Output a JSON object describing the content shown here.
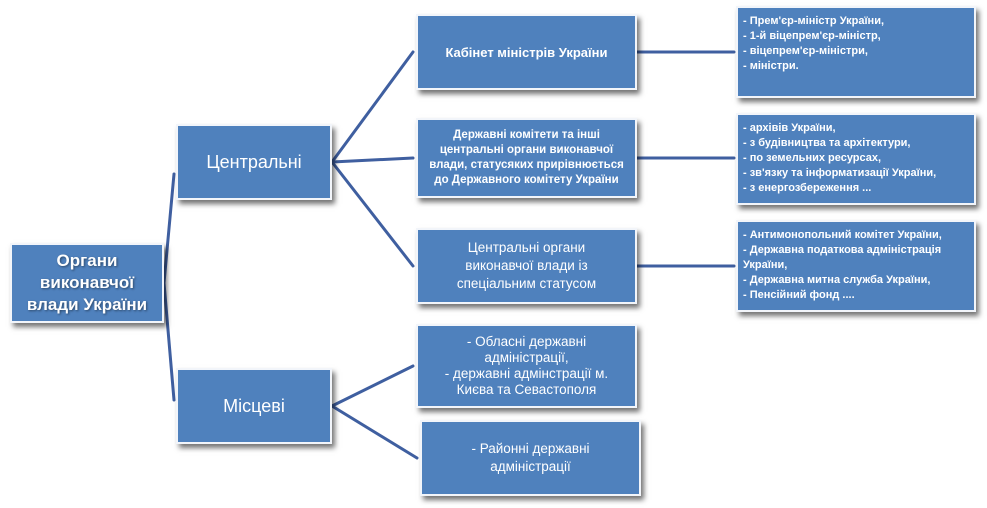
{
  "nodes": {
    "root": "Органи\nвиконавчої\nвлади України",
    "central": "Центральні",
    "local": "Місцеві",
    "cabinet": "Кабінет міністрів України",
    "committees": "Державні комітети та інші\nцентральні органи виконавчої\nвлади, статусяких прирівнюється\nдо Державного комітету України",
    "special": "Центральні  органи\nвиконавчої  влади   із\nспеціальним статусом",
    "regional": "- Обласні державні\nадміністрації,\n- державні адмінстрації м.\nКиєва та Севастополя",
    "district": "- Районні державні\nадміністрації",
    "cabinet_members": "- Прем'єр-міністр України,\n- 1-й віцепрем'єр-міністр,\n- віцепрем'єр-міністри,\n- міністри.",
    "committee_list": "- архівів України,\n- з будівництва та архітектури,\n- по земельних ресурсах,\n- зв'язку та інформатизації України,\n- з енергозбереження ...",
    "special_list": "- Антимонопольний комітет України,\n- Державна податкова адміністрація України,\n- Державна митна служба України,\n- Пенсійний фонд ...."
  },
  "colors": {
    "box_fill": "#4f81bd",
    "box_border": "#f2f5fa",
    "connector": "#3f5fa0",
    "text": "#ffffff"
  }
}
